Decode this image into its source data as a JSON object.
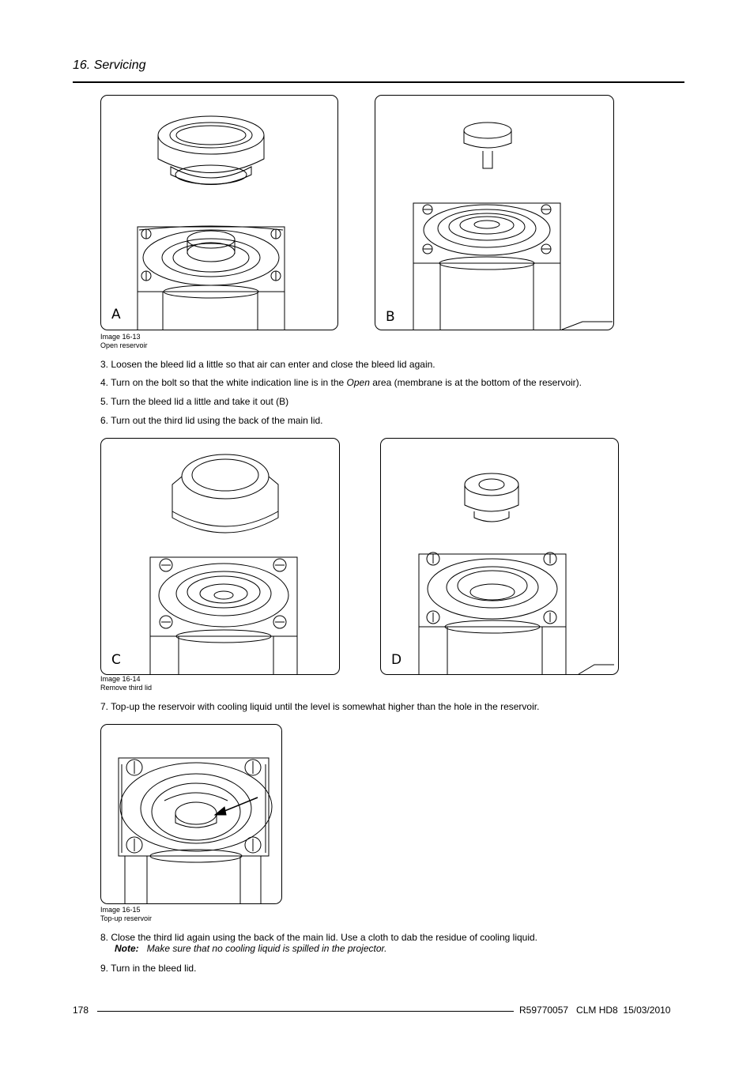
{
  "header": {
    "section_title": "16. Servicing"
  },
  "figures": {
    "a": {
      "label": "A"
    },
    "b": {
      "label": "B"
    },
    "c": {
      "label": "C"
    },
    "d": {
      "label": "D"
    }
  },
  "captions": {
    "img13": {
      "id": "Image 16-13",
      "title": "Open reservoir"
    },
    "img14": {
      "id": "Image 16-14",
      "title": "Remove third lid"
    },
    "img15": {
      "id": "Image 16-15",
      "title": "Top-up reservoir"
    }
  },
  "steps": {
    "s3": "3.  Loosen the bleed lid a little so that air can enter and close the bleed lid again.",
    "s4_pre": "4.  Turn on the bolt so that the white indication line is in the ",
    "s4_em": "Open",
    "s4_post": " area (membrane is at the bottom of the reservoir).",
    "s5": "5.  Turn the bleed lid a little and take it out (B)",
    "s6": "6.  Turn out the third lid using the back of the main lid.",
    "s7": "7.  Top-up the reservoir with cooling liquid until the level is somewhat higher than the hole in the reservoir.",
    "s8": "8.  Close the third lid again using the back of the main lid.  Use a cloth to dab the residue of cooling liquid.",
    "s9": "9.  Turn in the bleed lid."
  },
  "note": {
    "label": "Note:",
    "text": "Make sure that no cooling liquid is spilled in the projector."
  },
  "footer": {
    "page_number": "178",
    "doc_ref": "R59770057   CLM HD8  15/03/2010"
  }
}
